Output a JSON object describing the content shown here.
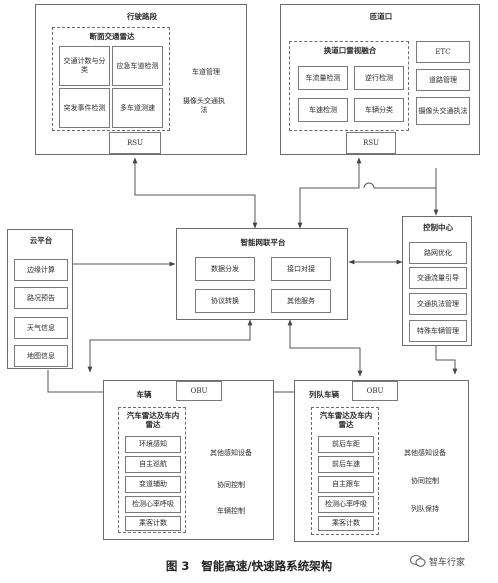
{
  "road_section": {
    "title": "行驶路段",
    "radar_group": {
      "title": "断面交通雷达",
      "cells": [
        "交通计数与分类",
        "应急车道检测",
        "突发事件检测",
        "多车道测速"
      ]
    },
    "side": [
      "车道管理",
      "摄像头交通执法"
    ],
    "rsu": "RSU"
  },
  "ramp": {
    "title": "匝道口",
    "radar_group": {
      "title": "换道口雷视融合",
      "cells": [
        "车流量检测",
        "逆行检测",
        "车速检测",
        "车辆分类"
      ]
    },
    "side": [
      "ETC",
      "道路管理",
      "摄像头交通执法"
    ],
    "rsu": "RSU"
  },
  "cloud": {
    "title": "云平台",
    "items": [
      "边缘计算",
      "路况预告",
      "天气信息",
      "地图信息"
    ]
  },
  "platform": {
    "title": "智能网联平台",
    "cells": [
      "数据分发",
      "接口对接",
      "协议转换",
      "其他服务"
    ]
  },
  "control": {
    "title": "控制中心",
    "items": [
      "路网优化",
      "交通流量引导",
      "交通执法管理",
      "特殊车辆管理"
    ]
  },
  "vehicle": {
    "title": "车辆",
    "obu": "OBU",
    "group_title": "汽车雷达及车内雷达",
    "group_items": [
      "环境感知",
      "自主巡航",
      "变道辅助",
      "检测心率呼吸",
      "乘客计数"
    ],
    "side": [
      "其他感知设备",
      "协同控制",
      "车辆控制"
    ]
  },
  "platoon": {
    "title": "列队车辆",
    "obu": "OBU",
    "group_title": "汽车雷达及车内雷达",
    "group_items": [
      "前后车距",
      "前后车速",
      "自主跟车",
      "检测心率呼吸",
      "乘客计数"
    ],
    "side": [
      "其他感知设备",
      "协同控制",
      "列队保持"
    ]
  },
  "caption": "图 3   智能高速/快速路系统架构",
  "watermark": "智车行家"
}
